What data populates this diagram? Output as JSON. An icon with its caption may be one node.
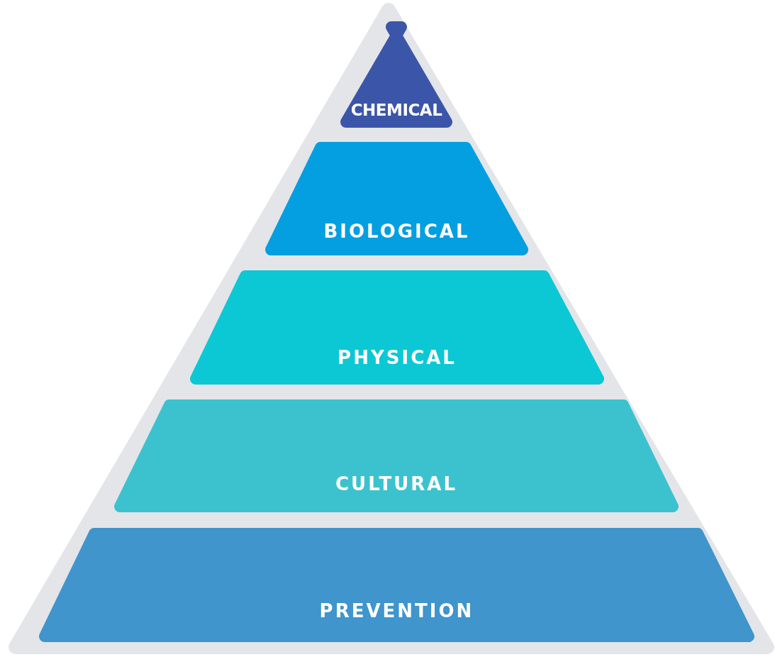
{
  "diagram": {
    "nodes": [
      {
        "text": [
          "CHEMICAL"
        ]
      },
      {
        "text": [
          "BIOLOGICAL"
        ]
      },
      {
        "text": [
          "PHYSICAL"
        ]
      },
      {
        "text": [
          "CULTURAL"
        ]
      },
      {
        "text": [
          "PREVENTION"
        ]
      }
    ]
  }
}
